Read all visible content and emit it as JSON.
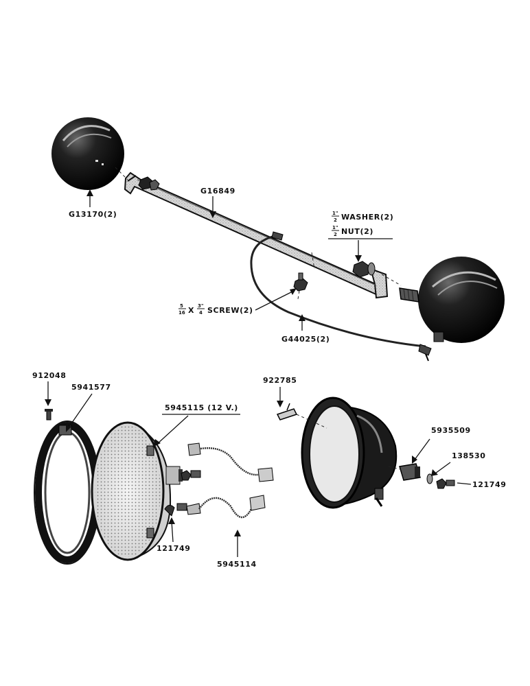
{
  "parts": {
    "lamp_housing": "G13170(2)",
    "bar": "G16849",
    "washer": "WASHER(2)",
    "washer_size": "1\"/2",
    "nut": "NUT(2)",
    "nut_size": "1\"/2",
    "screw": "X  SCREW(2)",
    "screw_size_a": "5/16",
    "screw_size_b": "3\"/4",
    "cable": "G44025(2)",
    "screw_small": "912048",
    "ring": "5941577",
    "sealed_beam": "5945115  (12 V.)",
    "clip": "922785",
    "connector": "5935509",
    "washer_small": "138530",
    "screw_right": "121749",
    "screw_left": "121749",
    "harness": "5945114"
  }
}
